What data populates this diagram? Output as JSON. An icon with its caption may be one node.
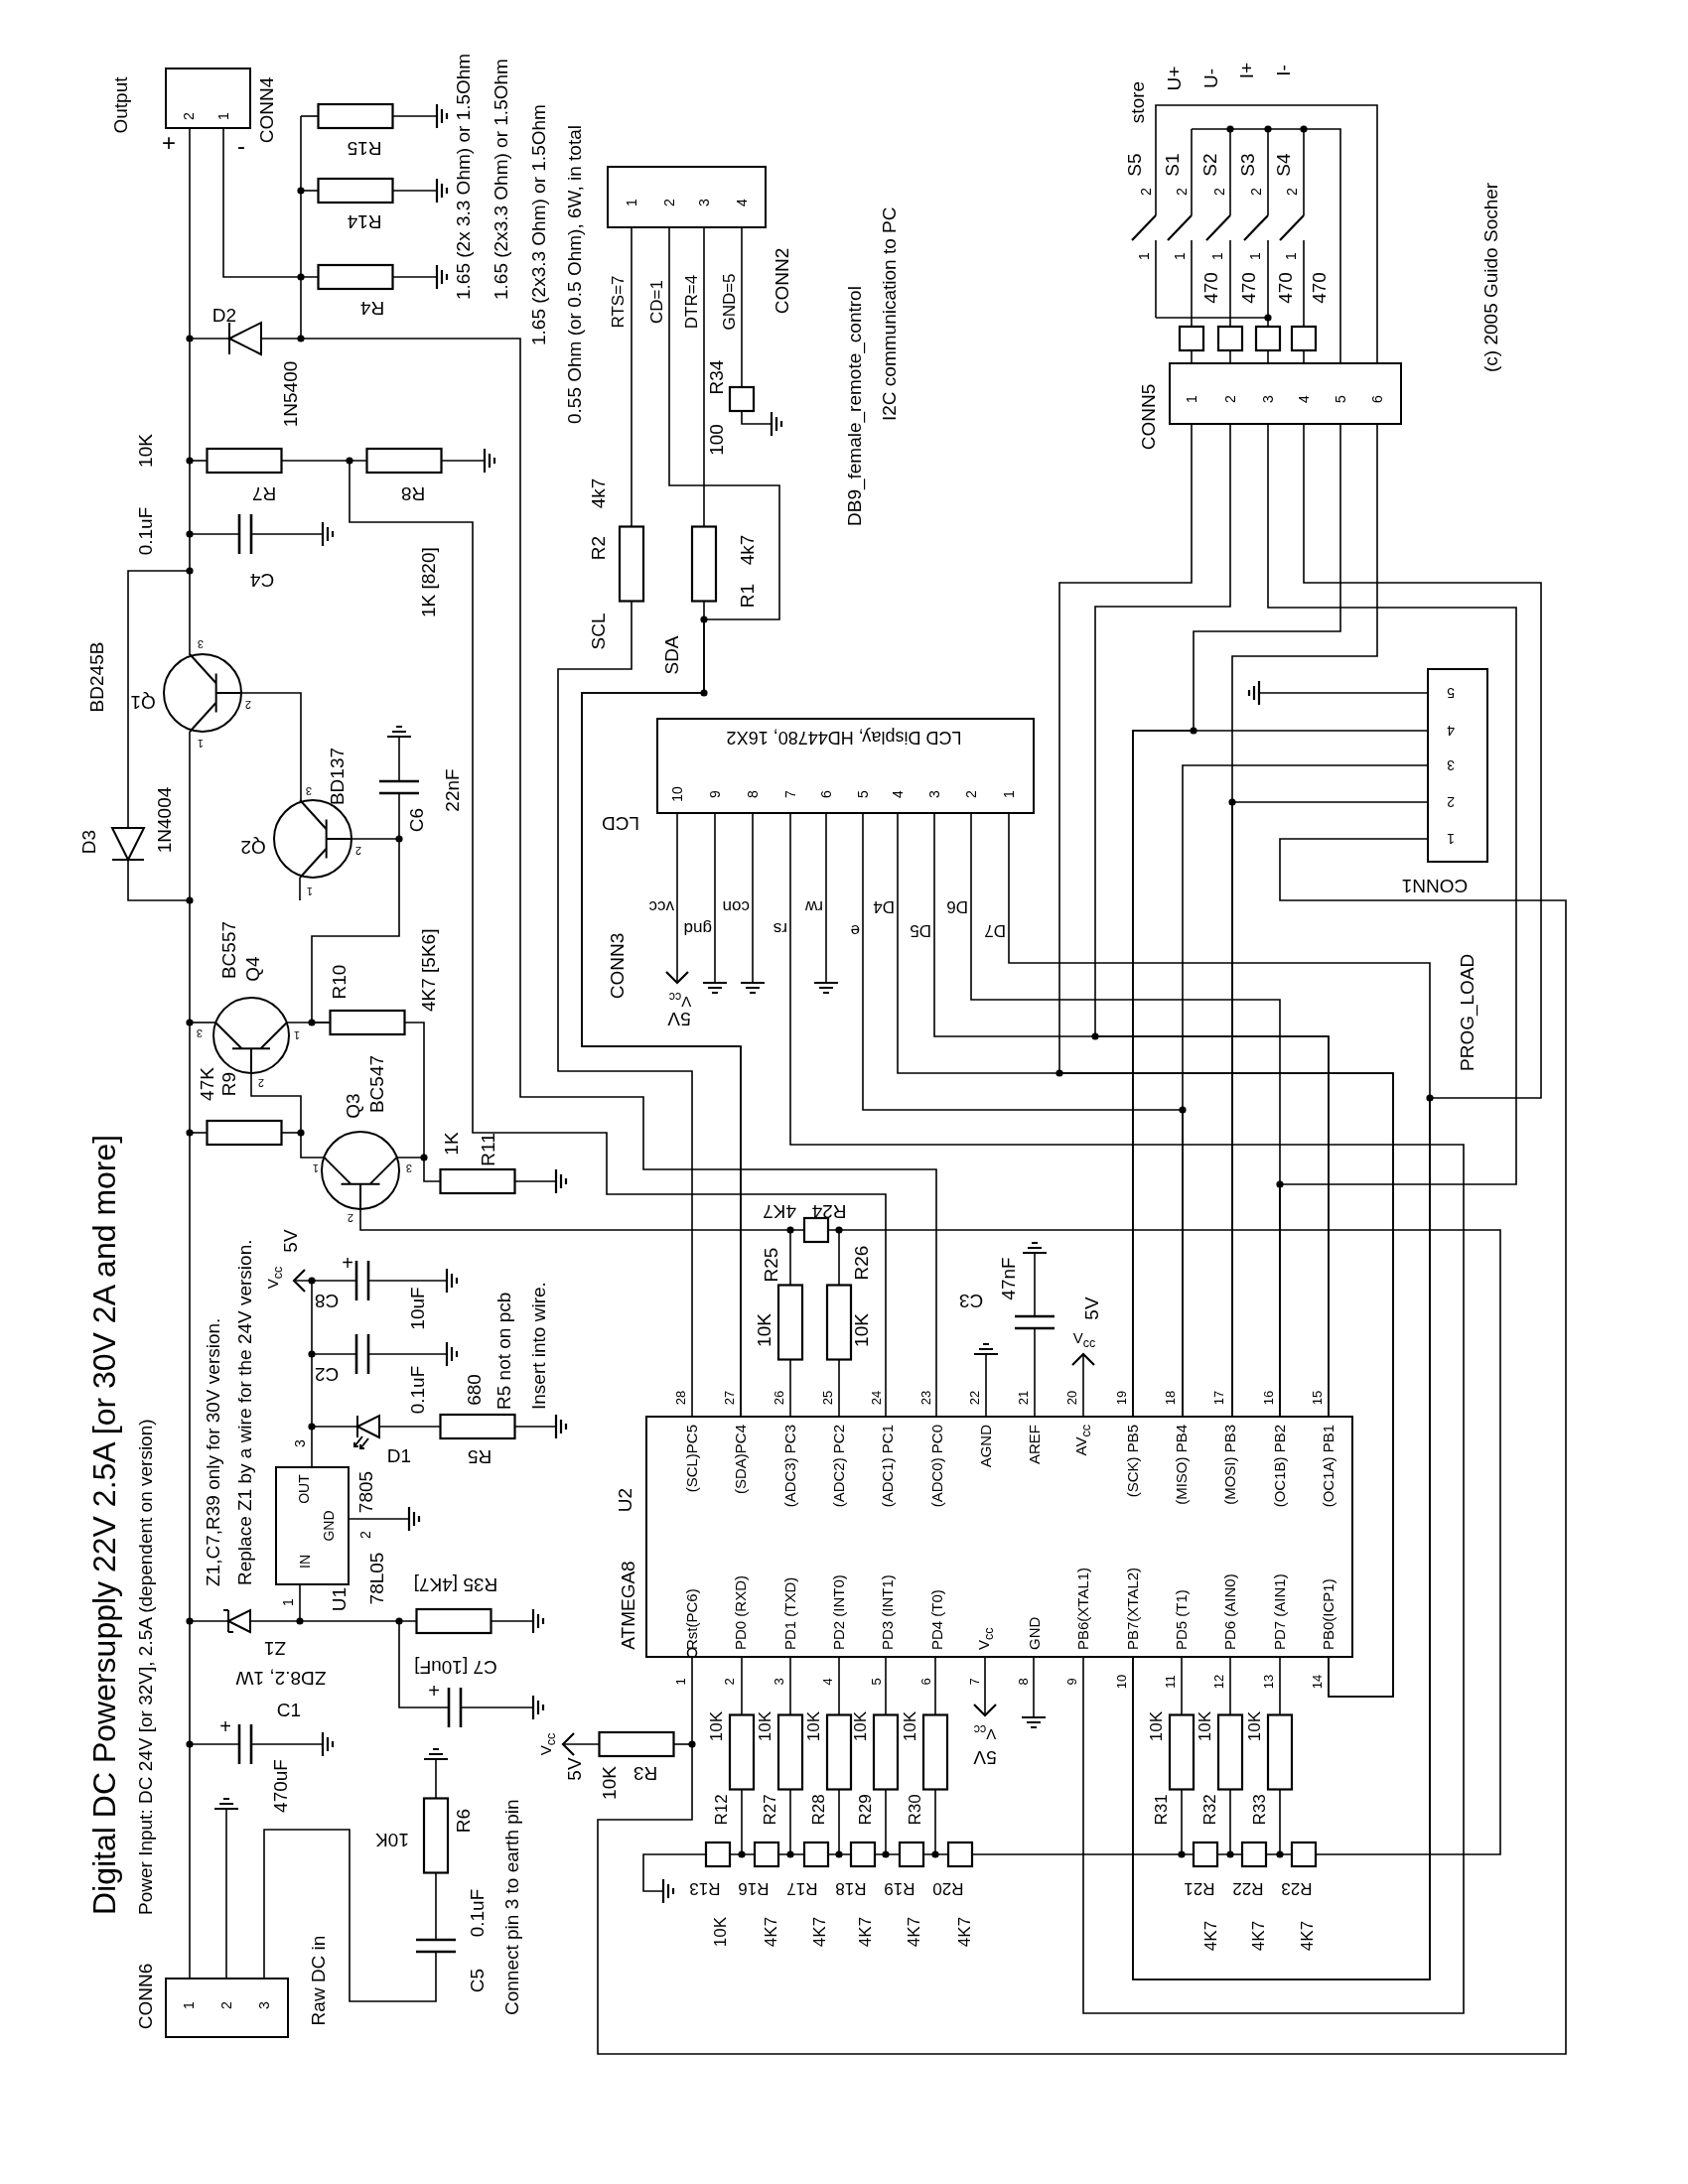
{
  "diagram": {
    "title": "Digital DC Powersupply 22V 2.5A [or 30V 2A and more]",
    "nodes": [
      {
        "text": [
          "2",
          "1"
        ],
        "beside": [
          "Output",
          "+",
          "-",
          "CONN4"
        ]
      },
      {
        "text": [
          "1",
          "2",
          "3",
          "4"
        ],
        "beside": [
          "CONN2"
        ]
      },
      {
        "text": [
          "1",
          "2",
          "3",
          "4",
          "5",
          "6"
        ],
        "beside": [
          "CONN5"
        ]
      },
      {
        "text": [
          "LCD Display, HD44780, 16X2",
          "10",
          "9",
          "8",
          "7",
          "6",
          "5",
          "4",
          "3",
          "2",
          "1"
        ],
        "beside": [
          "LCD"
        ]
      },
      {
        "text": [
          "5",
          "4",
          "3",
          "2",
          "1"
        ],
        "beside": [
          "CONN1"
        ]
      },
      {
        "text": [
          "OUT",
          "GND",
          "IN"
        ],
        "beside": [
          "7805",
          "3",
          "2",
          "U1",
          "78L05",
          "1"
        ]
      },
      {
        "text": [
          "Rst(PC6)",
          "PD0 (RXD)",
          "PD1 (TXD)",
          "PD2 (INT0)",
          "PD3 (INT1)",
          "PD4 (T0)",
          "V$_{cc}$",
          "GND",
          "PB6(XTAL1)",
          "PB7(XTAL2)",
          "PD5 (T1)",
          "PD6 (AIN0)",
          "PD7 (AIN1)",
          "PB0(ICP1)",
          "(SCL)PC5",
          "(SDA)PC4",
          "(ADC3) PC3",
          "(ADC2) PC2",
          "(ADC1) PC1",
          "(ADC0) PC0",
          "AGND",
          "AREF",
          "AV$_{cc}$",
          "(SCK) PB5",
          "(MISO) PB4",
          "(MOSI) PB3",
          "(OC1B) PB2",
          "(OC1A) PB1"
        ],
        "beside": [
          "U2",
          "ATMEGA8",
          "1",
          "2",
          "3",
          "4",
          "5",
          "6",
          "7",
          "8",
          "9",
          "10",
          "11",
          "12",
          "13",
          "14",
          "28",
          "27",
          "26",
          "25",
          "24",
          "23",
          "22",
          "21",
          "20",
          "19",
          "18",
          "17",
          "16",
          "15"
        ]
      },
      {
        "text": [
          "1",
          "2",
          "3"
        ],
        "beside": [
          "CONN6"
        ]
      }
    ],
    "edges": [
      {
        "from": 3,
        "to": 6,
        "arrow": "none"
      },
      {
        "from": 2,
        "to": 6,
        "arrow": "none"
      },
      {
        "from": 3,
        "to": 6,
        "arrow": "none"
      },
      {
        "from": 2,
        "to": 6,
        "arrow": "none"
      },
      {
        "from": 3,
        "to": 6,
        "arrow": "none"
      },
      {
        "from": 2,
        "to": 6,
        "arrow": "none"
      },
      {
        "from": 3,
        "to": 6,
        "arrow": "none"
      },
      {
        "from": 2,
        "to": 6,
        "arrow": "none"
      },
      {
        "from": 3,
        "to": 6,
        "arrow": "none"
      },
      {
        "from": 4,
        "to": 6,
        "arrow": "none"
      },
      {
        "from": 4,
        "to": 6,
        "arrow": "none"
      },
      {
        "from": 2,
        "to": 6,
        "arrow": "none"
      },
      {
        "from": 2,
        "to": 6,
        "arrow": "none"
      },
      {
        "from": 4,
        "to": 6,
        "arrow": "none"
      },
      {
        "from": 4,
        "to": 6,
        "arrow": "other"
      },
      {
        "from": 3,
        "to": 6,
        "arrow": "none"
      },
      {
        "from": 1,
        "to": 6,
        "arrow": "none"
      },
      {
        "from": 1,
        "to": 6,
        "arrow": "none"
      },
      {
        "from": 1,
        "to": 6,
        "arrow": "none"
      }
    ],
    "labels": [
      "Power Input: DC 24V [or 32V], 2.5A (dependent on version)",
      "R15",
      "R14",
      "R4",
      "1.65 (2x 3.3 Ohm) or 1.5Ohm",
      "1.65 (2x3.3 Ohm) or 1.5Ohm",
      "1.65 (2x3.3 Ohm) or 1.5Ohm",
      "0.55 Ohm (or 0.5 Ohm), 6W, in total",
      "D2",
      "1N5400",
      "10K",
      "R7",
      "R8",
      "0.1uF",
      "C4",
      "1K [820]",
      "RTS=7",
      "CD=1",
      "DTR=4",
      "GND=5",
      "R34",
      "100",
      "4k7",
      "R2",
      "4k7",
      "R1",
      "SCL",
      "SDA",
      "DB9_female_remote_control",
      "I2C communication to PC",
      "store",
      "U+",
      "U-",
      "I+",
      "I-",
      "S5",
      "2",
      "S1",
      "2",
      "S2",
      "2",
      "S3",
      "2",
      "S4",
      "2",
      "1",
      "1",
      "470",
      "1",
      "470",
      "1",
      "470",
      "1",
      "470",
      "(c) 2005 Guido Socher",
      "BD245B",
      "Q1",
      "3",
      "2",
      "1",
      "BD137",
      "D3",
      "1N4004",
      "Q2",
      "3",
      "2",
      "1",
      "C6",
      "22nF",
      "vcc",
      "gnd",
      "con",
      "rs",
      "rw",
      "e",
      "D4",
      "D5",
      "D6",
      "D7",
      "CONN3",
      "V$_{cc}$",
      "5V",
      "BC557",
      "Q4",
      "R10",
      "4K7 [5K6]",
      "3",
      "1",
      "2",
      "47K",
      "R9",
      "Q3",
      "BC547",
      "1",
      "3",
      "2",
      "1K",
      "R11",
      "PROG_LOAD",
      "Z1,C7,R39 only for 30V version.",
      "Replace Z1 by a wire for the 24V version.",
      "V$_{cc}$",
      "5V",
      "+",
      "C8",
      "10uF",
      "C2",
      "0.1uF",
      "680",
      "R5 not on pcb",
      "Insert into wire.",
      "D1",
      "R5",
      "4K7",
      "R24",
      "R25",
      "10K",
      "R26",
      "10K",
      "C3",
      "47nF",
      "5V",
      "V$_{cc}$",
      "R35 [4K7]",
      "Z1",
      "ZD8.2, 1W",
      "C7 [10uF]",
      "+",
      "C1",
      "+",
      "470uF",
      "V$_{cc}$",
      "5V",
      "10K",
      "R3",
      "R6",
      "10K",
      "0.1uF",
      "C5",
      "Connect pin 3 to earth pin",
      "Raw DC in",
      "10K",
      "10K",
      "10K",
      "10K",
      "10K",
      "10K",
      "10K",
      "10K",
      "R12",
      "R27",
      "R28",
      "R29",
      "R30",
      "R31",
      "R32",
      "R33",
      "R13",
      "R16",
      "R17",
      "R18",
      "R19",
      "R20",
      "R21",
      "R22",
      "R23",
      "10K",
      "4K7",
      "4K7",
      "4K7",
      "4K7",
      "4K7",
      "4K7",
      "4K7",
      "4K7",
      "V$_{cc}$",
      "5V"
    ]
  }
}
